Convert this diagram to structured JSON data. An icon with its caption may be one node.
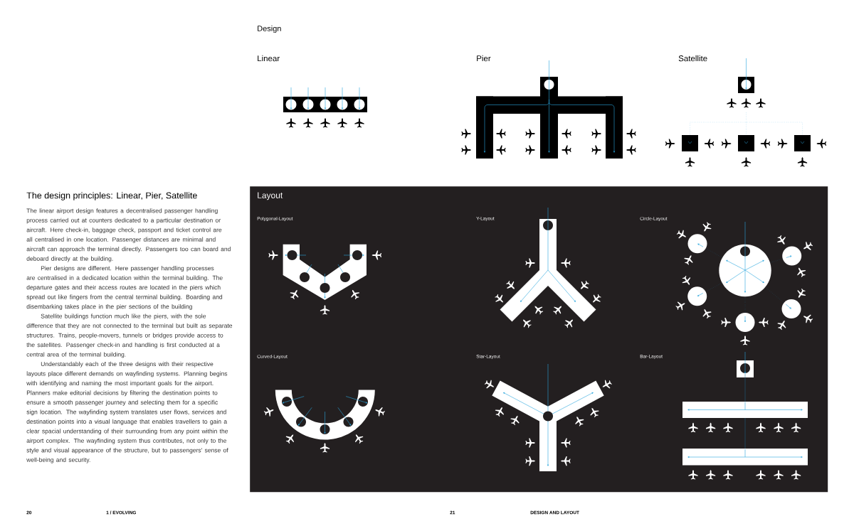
{
  "diagram": {
    "nodes": [
      {
        "text": [
          "Layout"
        ]
      }
    ],
    "labels": [
      "Design",
      "Linear",
      "Pier",
      "Satellite",
      "The design principles: Linear, Pier, Satellite",
      "The linear airport design features a decentralised passenger handling process carried out at counters dedicated to a particular destination or aircraft. Here check-in, baggage check, passport and ticket control are all centralised in one location. Passenger distances are minimal and aircraft can approach the terminal directly. Passengers too can board and deboard directly at the building.",
      "Pier designs are different. Here passenger handling processes are centralised in a dedicated location within the terminal building. The departure gates and their access routes are located in the piers which spread out like fingers from the central terminal building. Boarding and disembarking takes place in the pier sections of the building",
      "Satellite buildings function much like the piers, with the sole difference that they are not connected to the terminal but built as separate structures. Trains, people-movers, tunnels or bridges provide access to the satellites. Passenger check-in and handling is first conducted at a central area of the terminal building.",
      "Understandably each of the three designs with their respective layouts place different demands on wayfinding systems. Planning begins with identifying and naming the most important goals for the airport. Planners make editorial decisions by filtering the destination points to ensure a smooth passenger journey and selecting them for a specific sign location. The wayfinding system translates user flows, services and destination points into a visual language that enables travellers to gain a clear spacial understanding of their surrounding from any point within the airport complex. The wayfinding system thus contributes, not only to the style and visual appearance of the structure, but to passengers' sense of well-being and security.",
      "Polygonal-Layout",
      "Y-Layout",
      "Circle-Layout",
      "Curved-Layout",
      "Star-Layout",
      "Bar-Layout",
      "20",
      "1 / EVOLVING",
      "21",
      "DESIGN AND LAYOUT"
    ]
  }
}
